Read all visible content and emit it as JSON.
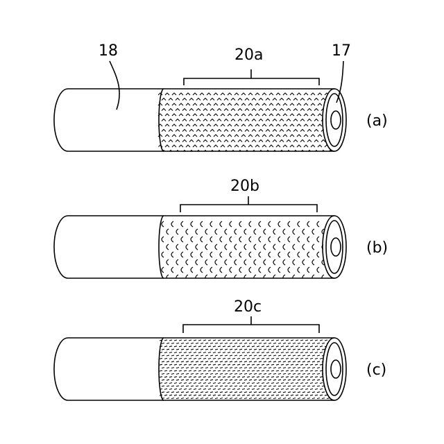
{
  "labels": {
    "tip_filter": "18",
    "core": "17"
  },
  "panels": [
    {
      "id": "a",
      "pattern": "20a",
      "tag": "(a)",
      "style": "chevrons"
    },
    {
      "id": "b",
      "pattern": "20b",
      "tag": "(b)",
      "style": "arcs"
    },
    {
      "id": "c",
      "pattern": "20c",
      "tag": "(c)",
      "style": "dashes"
    }
  ]
}
